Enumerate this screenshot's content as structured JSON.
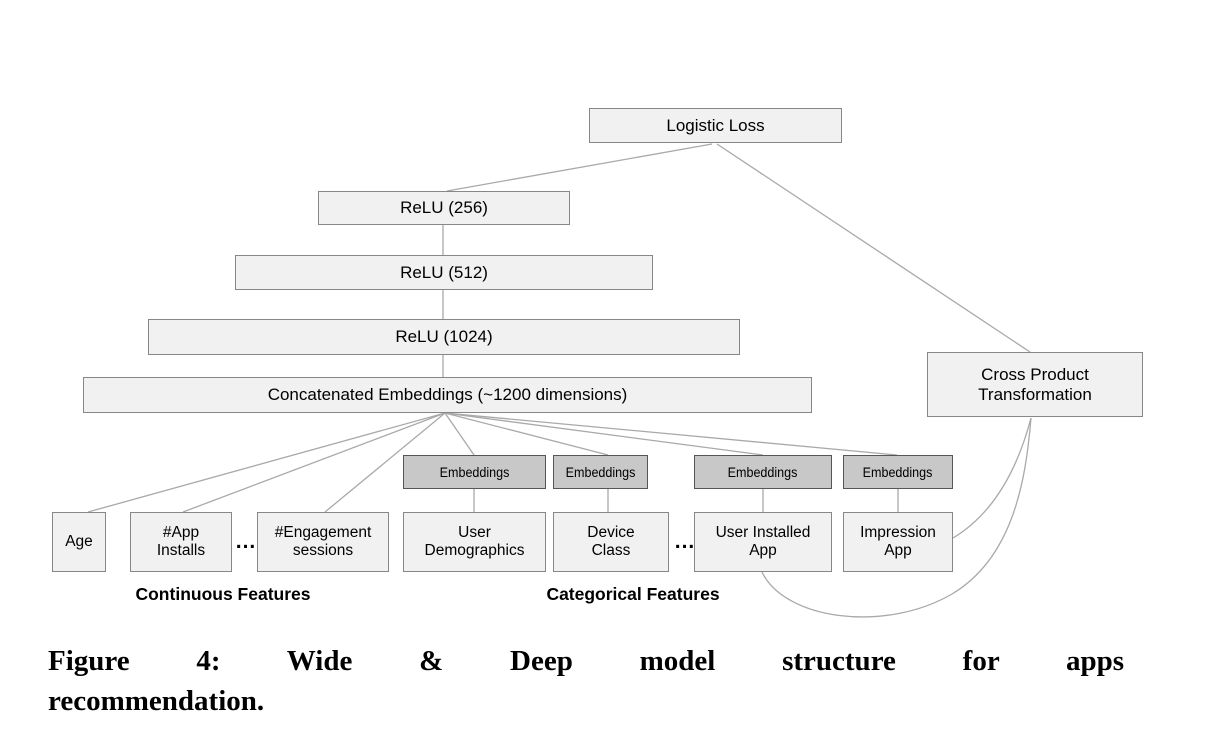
{
  "figure": {
    "nodes": {
      "logistic_loss": "Logistic Loss",
      "relu_256": "ReLU (256)",
      "relu_512": "ReLU (512)",
      "relu_1024": "ReLU (1024)",
      "concat_embeddings": "Concatenated Embeddings (~1200 dimensions)",
      "cross_product": "Cross Product Transformation",
      "embeddings": "Embeddings",
      "age": "Age",
      "app_installs": "#App Installs",
      "engagement_sessions": "#Engagement sessions",
      "user_demographics": "User Demographics",
      "device_class": "Device Class",
      "user_installed_app": "User Installed App",
      "impression_app": "Impression App"
    },
    "group_labels": {
      "continuous": "Continuous Features",
      "categorical": "Categorical Features"
    },
    "ellipsis": "...",
    "caption_line1": "Figure 4: Wide & Deep model structure for apps",
    "caption_line2": "recommendation.",
    "colors": {
      "background": "#ffffff",
      "node-fill": "#f1f1f1",
      "node-border": "#878787",
      "embedding-fill": "#c8c8c8",
      "embedding-border": "#565656",
      "edge": "#a9a9a9",
      "text": "#000000"
    }
  }
}
